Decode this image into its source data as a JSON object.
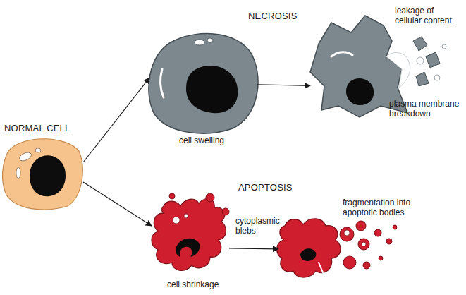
{
  "diagram": {
    "nodes": [
      {
        "text": [
          "NORMAL CELL"
        ]
      },
      {
        "text": [
          "cell swelling"
        ]
      },
      {
        "text": [
          "leakage of cellular content",
          "plasma membrane breakdown"
        ]
      },
      {
        "text": [
          "cell shrinkage",
          "cytoplasmic blebs"
        ]
      },
      {
        "text": [
          "fragmentation into apoptotic bodies"
        ]
      }
    ],
    "edges": [
      {
        "from": 0,
        "to": 1,
        "arrow": "to"
      },
      {
        "from": 1,
        "to": 2,
        "arrow": "to"
      },
      {
        "from": 0,
        "to": 3,
        "arrow": "to"
      },
      {
        "from": 3,
        "to": 4,
        "arrow": "to"
      }
    ],
    "labels": [
      "NECROSIS",
      "APOPTOSIS"
    ]
  }
}
